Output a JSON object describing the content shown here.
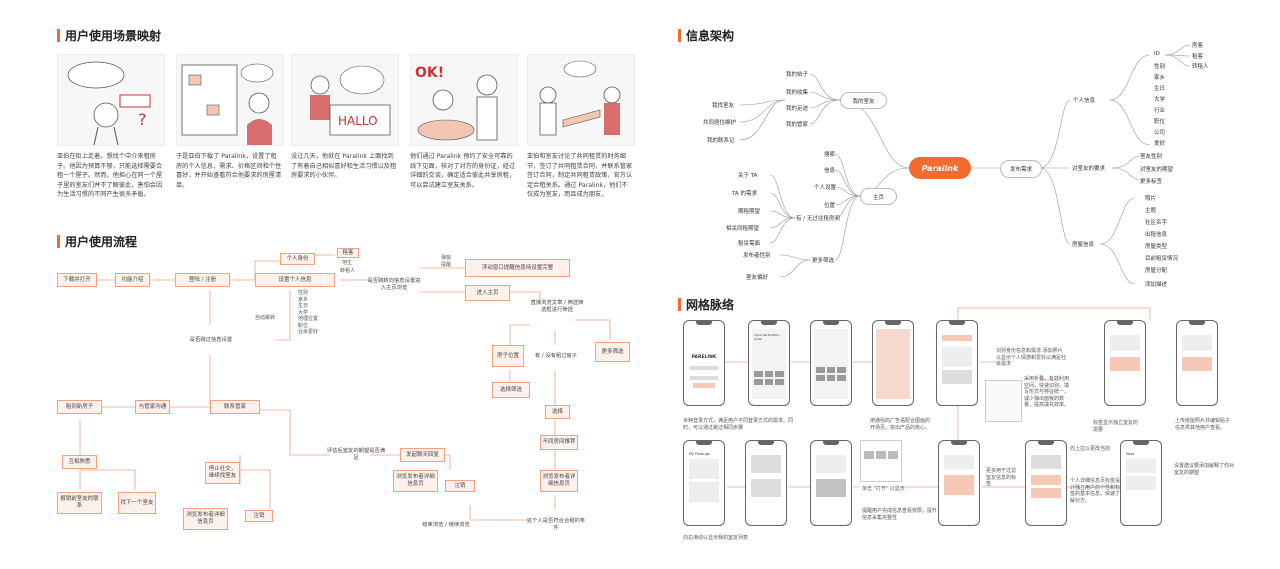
{
  "sections": {
    "scenario": "用户使用场景映射",
    "flow": "用户使用流程",
    "ia": "信息架构",
    "wire": "网格脉络"
  },
  "stories": [
    {
      "caption": "亚伯在街上走着，想找个中介来租房子。他因为预算不够，只能选择需要合租一个屋子。然而，他担心在同一个屋子里的室友们并不了解彼此，害怕会因为生活习惯的不同产生很多矛盾。"
    },
    {
      "caption": "于是亚伯下载了 Paralink，设置了租房的个人信息，需求、价格区间和个性喜好，并开始查看符合他要求的房屋清单。"
    },
    {
      "caption": "没过几天，他就在 Paralink 上面找到了有着自己相似喜好和生活习惯以及租房要求的小伙伴。"
    },
    {
      "caption": "他们通过 Paralink 预约了安全可靠的线下见面，核对了对方的身份证，经过详细的交谈，确定适合彼此共享房租，可以尝试建立室友关系。"
    },
    {
      "caption": "亚伯和室友讨论了共同租赁的财务细节，签订了共同租赁合同，并联系管家签订合同，制定共同租赁政策，官方认定合租关系。通过 Paralink，他们不仅成为室友，而且成为朋友。"
    }
  ],
  "flow": {
    "start": "下载并打开",
    "intro": "功能介绍",
    "login": "登陆 / 注册",
    "skip_q": "是否跳过信息设置",
    "personal": "设置个人信息",
    "identity": "个人身份",
    "lease": "租客",
    "landlord": "地主",
    "agent": "转租人",
    "fields": [
      "性别",
      "家乡",
      "生日",
      "大学",
      "地理位置",
      "职位",
      "业余爱好"
    ],
    "auto_skip": "自动跳转",
    "jump_q": "是否跳转向信息设置进入主页浏览",
    "jump_label": "弹窗提醒",
    "float_window": "浮动窗口提醒信息待设置完整",
    "enter_home": "进入主页",
    "browse_q": "直接浏览文章 / 筛选筛选框进行筛选",
    "house_pos": "房子位置",
    "has_house": "有 / 没有租过房子",
    "more_filter": "更多筛选",
    "select_filter": "选择筛选",
    "choose": "选择",
    "diff_house": "不同房间推荐",
    "browse_pub": "浏览发布者详细信息页",
    "match_q": "这个人是否符合合租的条件",
    "end_browse": "结束浏览 / 继续浏览",
    "cancel": "注销",
    "send_msg": "发起聊天回复",
    "eval_q": "评估后室友的期望是否满足",
    "browse_pub2": "浏览发布者详细信息页",
    "contact": "联系管家",
    "discuss": "与管家沟通",
    "rent": "租到新房子",
    "mutual": "互相熟悉",
    "stop": "停止社交，继续找室友",
    "next": "找下一个室友",
    "agree": "报销前室友的联系",
    "browse_pub3": "浏览发布者详细信息页",
    "cancel2": "注销"
  },
  "ia": {
    "center": "Paralink",
    "publish": "发布需求",
    "my_roommate": "我的室友",
    "my_items": [
      "我的帖子",
      "我的收集",
      "我的足迹",
      "我的管家"
    ],
    "left_items": [
      "我找室友",
      "共同居住维护",
      "我的联系记"
    ],
    "home": "主页",
    "home_items": [
      "搜索",
      "信息",
      "个人设置",
      "位置",
      "有 / 无过往租房间"
    ],
    "roommate_filter": [
      "关于 TA",
      "TA 的需求",
      "期租期望",
      "相关同租期望",
      "租赁需面"
    ],
    "more_filter": "更多筛选",
    "more_items": [
      "发布者性别",
      "室友偏好"
    ],
    "personal": "个人信息",
    "personal_items": [
      "ID",
      "性别",
      "家乡",
      "生日",
      "大学",
      "行业",
      "职位",
      "公司",
      "爱好"
    ],
    "id_items": [
      "房客",
      "租客",
      "转租人"
    ],
    "roommate_req": "对室友的要求",
    "req_items": [
      "室友性别",
      "对室友的期望",
      "更多标签"
    ],
    "house": "房屋信息",
    "house_items": [
      "照片",
      "主题",
      "社区名字",
      "出租信息",
      "房屋类型",
      "目前租赁情况",
      "房屋分配",
      "添加描述"
    ]
  },
  "wire": {
    "app_name": "PARELINK",
    "step1": "Input Verification Code",
    "note1": "识别身份信息和需求\n添加照片以显示个人情感和爱好以满足社会需求",
    "note2": "采用折叠、有效利用空间，快速识别，填写形式与特征统一，减少弹出面板的数量，提高填充效率。",
    "note3": "标签显示独立室友的需要",
    "note4": "上传房屋照片并编辑贴子信息供其他用户查看。",
    "note5": "多种登录方式，满足用户不同登录方式的需求。同时，可以通过跳过相同步骤",
    "note6": "用通俗的广告语配合图画的开场页，突出产品的核心。",
    "note7": "单击 \"打开\" 以显示",
    "note8": "提醒用户完成信息查看权限，提升信息采集完整性",
    "note9": "更多用于过滤室友信息的标签",
    "note10": "向上拉以更改当前",
    "note11": "个人详细信息页标签设计独立用户的个性和标签的基本信息，快速了解对方。",
    "note12": "设置建议要添加解释了你对室友的期望",
    "note13": "向右滑动以显示我的室友列表",
    "screen_my_findings": "My Findings",
    "screen_next": "Next"
  }
}
